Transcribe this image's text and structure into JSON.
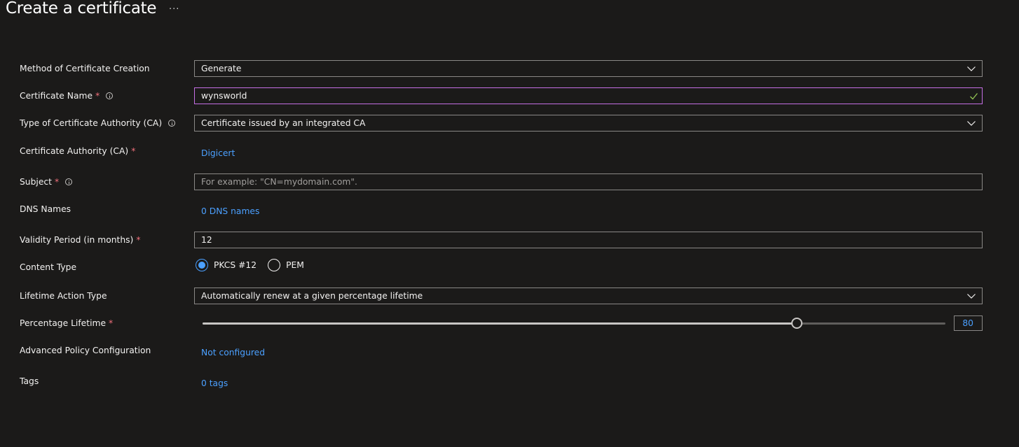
{
  "header": {
    "title": "Create a certificate",
    "more": "···"
  },
  "form": {
    "method": {
      "label": "Method of Certificate Creation",
      "value": "Generate"
    },
    "name": {
      "label": "Certificate Name",
      "required": "*",
      "value": "wynsworld"
    },
    "ca_type": {
      "label": "Type of Certificate Authority (CA)",
      "value": "Certificate issued by an integrated CA"
    },
    "ca": {
      "label": "Certificate Authority (CA)",
      "required": "*",
      "value": "Digicert"
    },
    "subject": {
      "label": "Subject",
      "required": "*",
      "value": "",
      "placeholder": "For example: \"CN=mydomain.com\"."
    },
    "dns": {
      "label": "DNS Names",
      "value": "0 DNS names"
    },
    "validity": {
      "label": "Validity Period (in months)",
      "required": "*",
      "value": "12"
    },
    "content_type": {
      "label": "Content Type",
      "options": [
        {
          "label": "PKCS #12",
          "selected": true
        },
        {
          "label": "PEM",
          "selected": false
        }
      ]
    },
    "lifetime_action": {
      "label": "Lifetime Action Type",
      "value": "Automatically renew at a given percentage lifetime"
    },
    "percentage": {
      "label": "Percentage Lifetime",
      "required": "*",
      "value": "80",
      "fraction": 0.8
    },
    "advanced": {
      "label": "Advanced Policy Configuration",
      "value": "Not configured"
    },
    "tags": {
      "label": "Tags",
      "value": "0 tags"
    }
  },
  "colors": {
    "background": "#1b1a19",
    "link": "#4ba0ff",
    "required": "#f1707b",
    "focus_border": "#c56ee4",
    "valid_check": "#92c353"
  }
}
